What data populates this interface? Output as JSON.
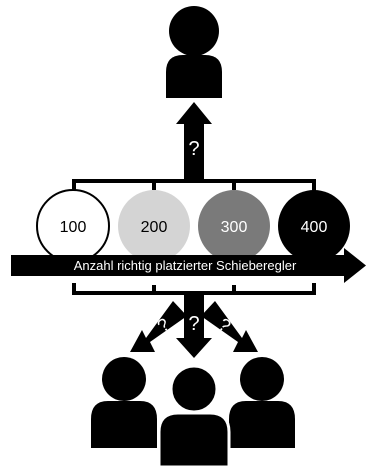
{
  "axis_label": "Anzahl richtig platzierter Schieberegler",
  "question_mark": "?",
  "circles": [
    {
      "label": "100",
      "fill": "#ffffff",
      "text_color": "#000000"
    },
    {
      "label": "200",
      "fill": "#d4d4d4",
      "text_color": "#000000"
    },
    {
      "label": "300",
      "fill": "#7a7a7a",
      "text_color": "#ffffff"
    },
    {
      "label": "400",
      "fill": "#000000",
      "text_color": "#ffffff"
    }
  ],
  "colors": {
    "ink": "#000000",
    "background": "#ffffff"
  }
}
